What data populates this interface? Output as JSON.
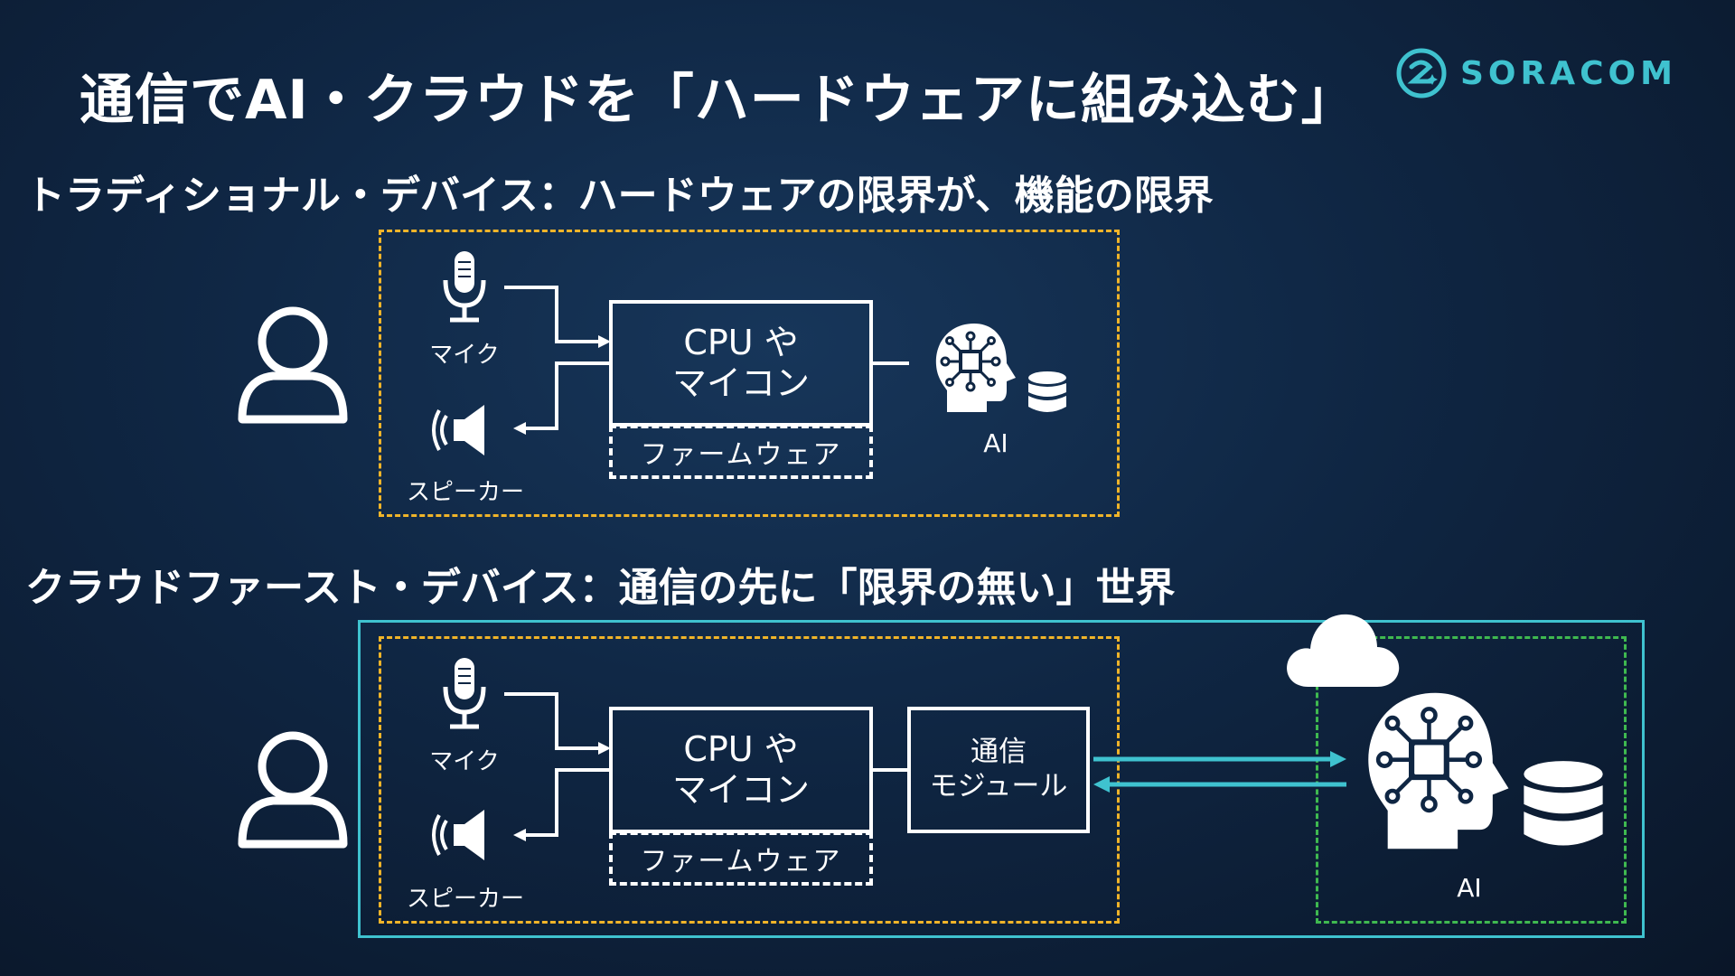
{
  "title": "通信でAI・クラウドを「ハードウェアに組み込む」",
  "logo": {
    "text": "SORACOM"
  },
  "colors": {
    "accent_cyan": "#3fc2cf",
    "zone_yellow": "#f0b429",
    "zone_green": "#3fb950"
  },
  "top_section": {
    "heading": "トラディショナル・デバイス：ハードウェアの限界が、機能の限界",
    "mic_label": "マイク",
    "speaker_label": "スピーカー",
    "cpu_label_line1": "CPU や",
    "cpu_label_line2": "マイコン",
    "firmware_label": "ファームウェア",
    "ai_label": "AI"
  },
  "bottom_section": {
    "heading": "クラウドファースト・デバイス：通信の先に「限界の無い」世界",
    "mic_label": "マイク",
    "speaker_label": "スピーカー",
    "cpu_label_line1": "CPU や",
    "cpu_label_line2": "マイコン",
    "firmware_label": "ファームウェア",
    "module_label_line1": "通信",
    "module_label_line2": "モジュール",
    "ai_label": "AI"
  },
  "icons": [
    "person-icon",
    "microphone-icon",
    "speaker-icon",
    "ai-head-icon",
    "database-icon",
    "cloud-icon",
    "soracom-logo-icon"
  ]
}
